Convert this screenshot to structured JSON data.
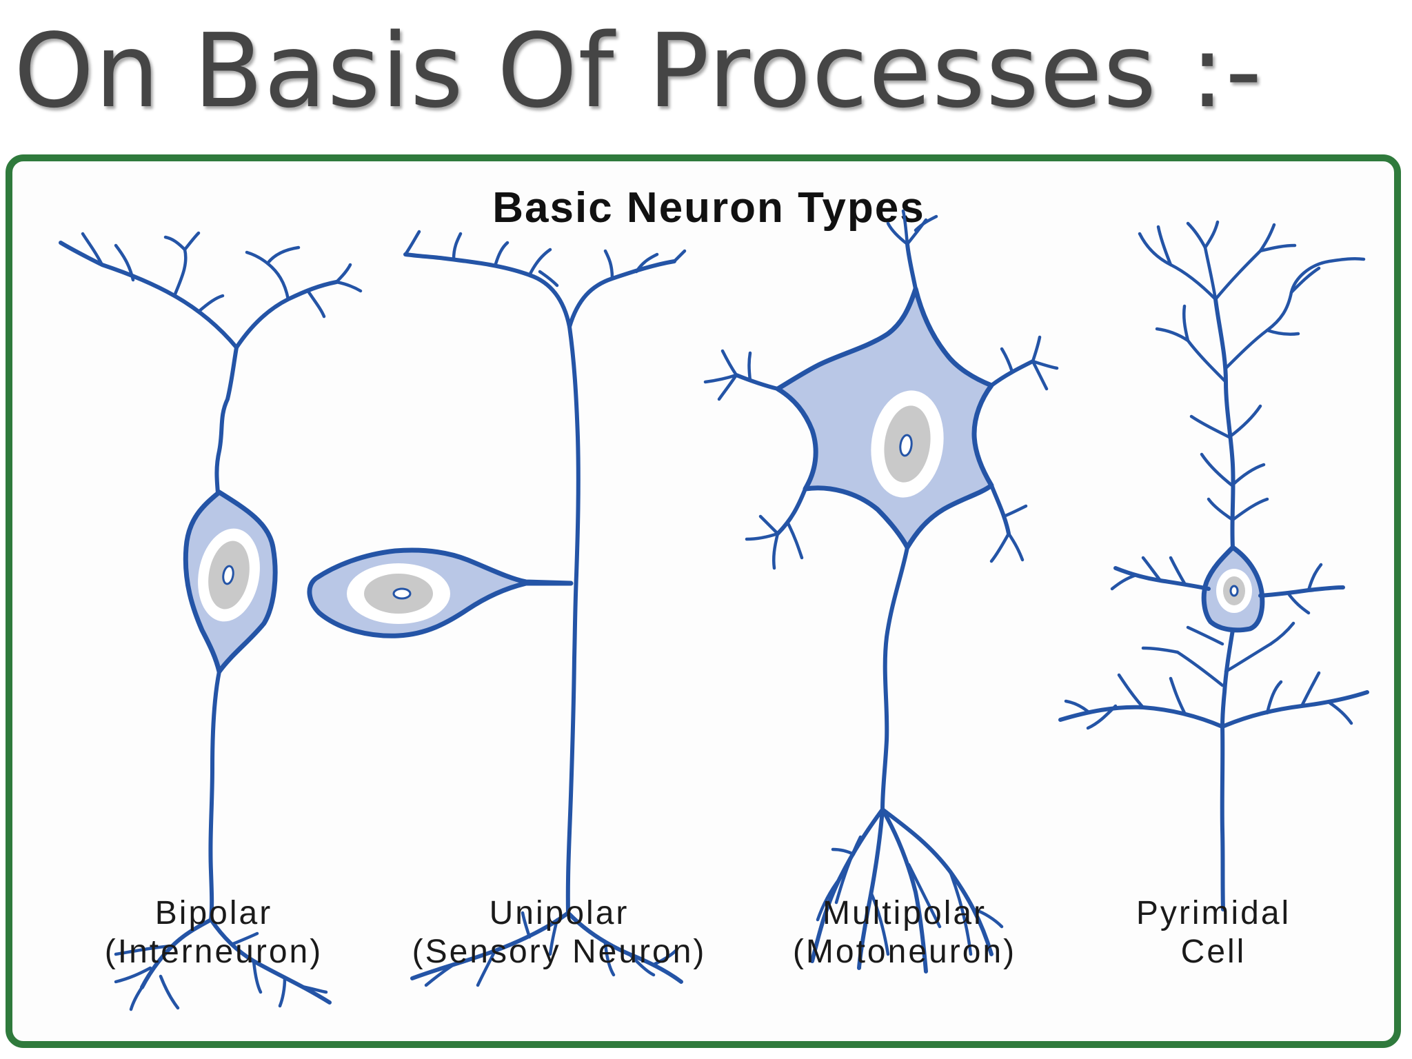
{
  "slide": {
    "title": "On Basis Of Processes :-"
  },
  "figure": {
    "title": "Basic Neuron Types",
    "neurons": [
      {
        "name": "Bipolar",
        "subtitle": "(Interneuron)"
      },
      {
        "name": "Unipolar",
        "subtitle": "(Sensory Neuron)"
      },
      {
        "name": "Multipolar",
        "subtitle": "(Motoneuron)"
      },
      {
        "name": "Pyrimidal",
        "subtitle": "Cell"
      }
    ],
    "colors": {
      "frame_border": "#2f7a3c",
      "neuron_stroke": "#2454a6",
      "soma_fill": "#b9c7e6",
      "nucleus_fill": "#c9c9c9"
    }
  }
}
